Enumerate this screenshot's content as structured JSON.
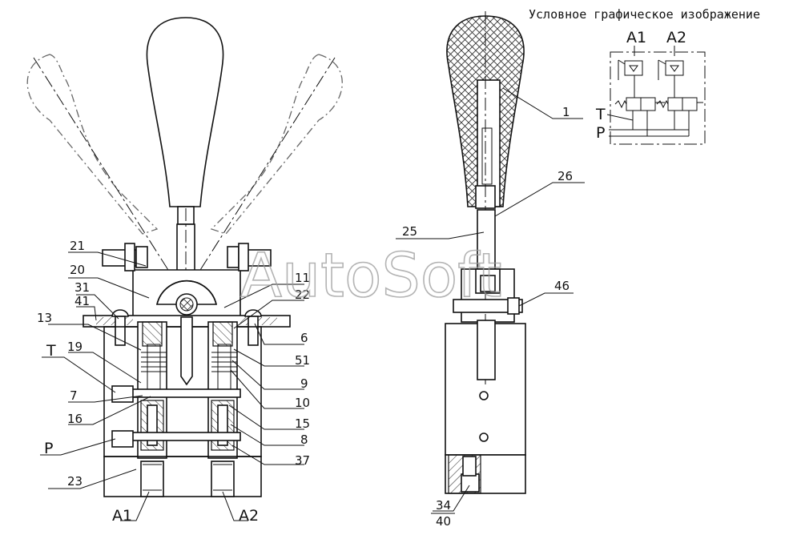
{
  "caption": "Условное графическое изображение",
  "watermark": "AutoSoft",
  "schematic_ports": {
    "a1": "A1",
    "a2": "A2",
    "t": "T",
    "p": "P"
  },
  "ports": {
    "t": "T",
    "p": "P",
    "a1": "A1",
    "a2": "A2"
  },
  "left_callouts": [
    "21",
    "20",
    "31",
    "41",
    "13",
    "19",
    "7",
    "16",
    "23"
  ],
  "right_callouts": [
    "11",
    "22",
    "6",
    "51",
    "9",
    "10",
    "15",
    "8",
    "37"
  ],
  "side_callouts": [
    "1",
    "26",
    "25",
    "46",
    "34",
    "40"
  ]
}
